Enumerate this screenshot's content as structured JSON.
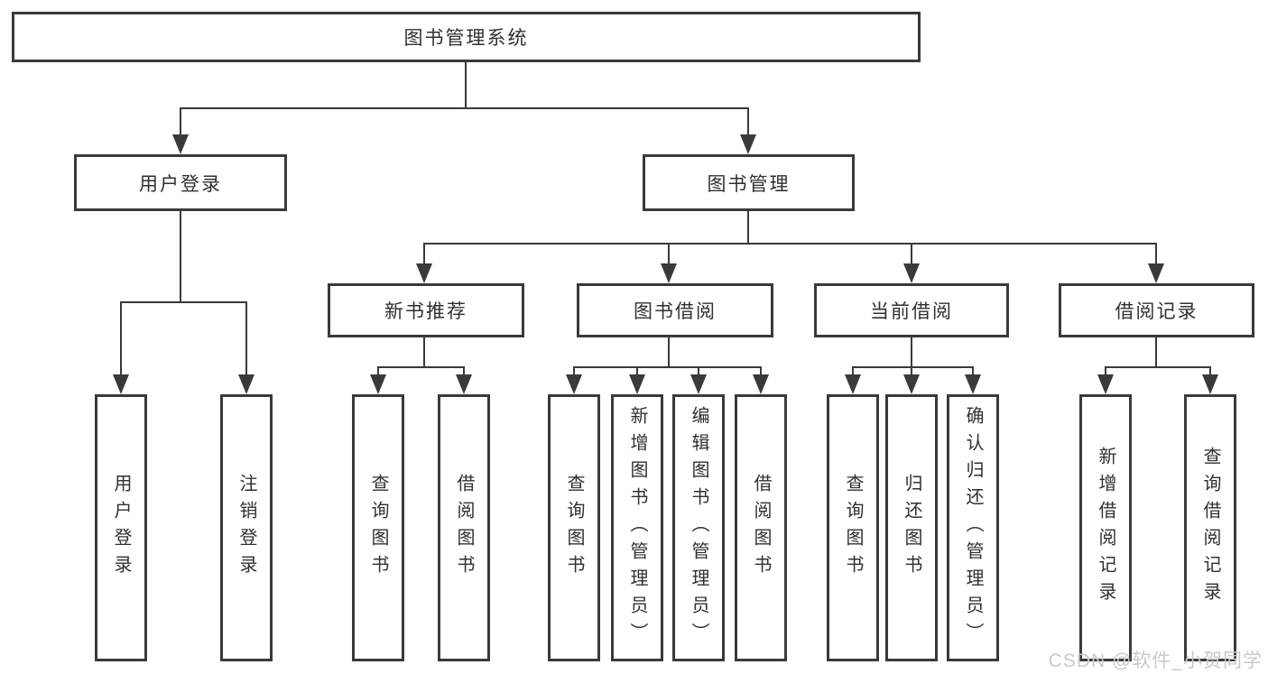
{
  "tree": {
    "root": {
      "label": "图书管理系统"
    },
    "level2": [
      {
        "label": "用户登录",
        "children": [
          "用户登录",
          "注销登录"
        ]
      },
      {
        "label": "图书管理"
      }
    ],
    "level3": [
      {
        "label": "新书推荐",
        "children": [
          "查询图书",
          "借阅图书"
        ]
      },
      {
        "label": "图书借阅",
        "children": [
          "查询图书",
          "新增图书（管理员）",
          "编辑图书（管理员）",
          "借阅图书"
        ]
      },
      {
        "label": "当前借阅",
        "children": [
          "查询图书",
          "归还图书",
          "确认归还（管理员）"
        ]
      },
      {
        "label": "借阅记录",
        "children": [
          "新增借阅记录",
          "查询借阅记录"
        ]
      }
    ]
  },
  "watermark": {
    "text": "CSDN @软件_小贺同学"
  },
  "colors": {
    "line": "#3a3a3a",
    "text": "#303030",
    "background": "#ffffff",
    "watermark": "#c9c9c9"
  }
}
